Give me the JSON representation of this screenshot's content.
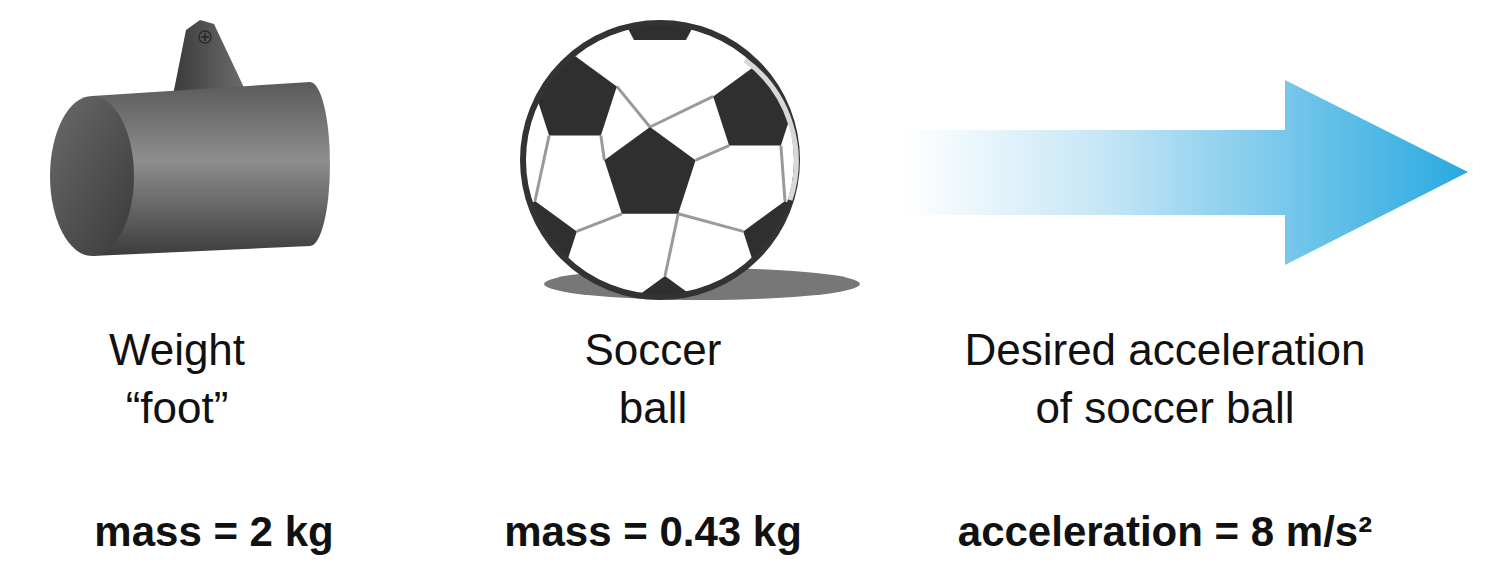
{
  "diagram": {
    "labels": [
      "Weight “foot”",
      "mass = 2 kg",
      "Soccer ball",
      "mass = 0.43 kg",
      "Desired acceleration of soccer ball",
      "acceleration = 8 m/s²"
    ]
  }
}
